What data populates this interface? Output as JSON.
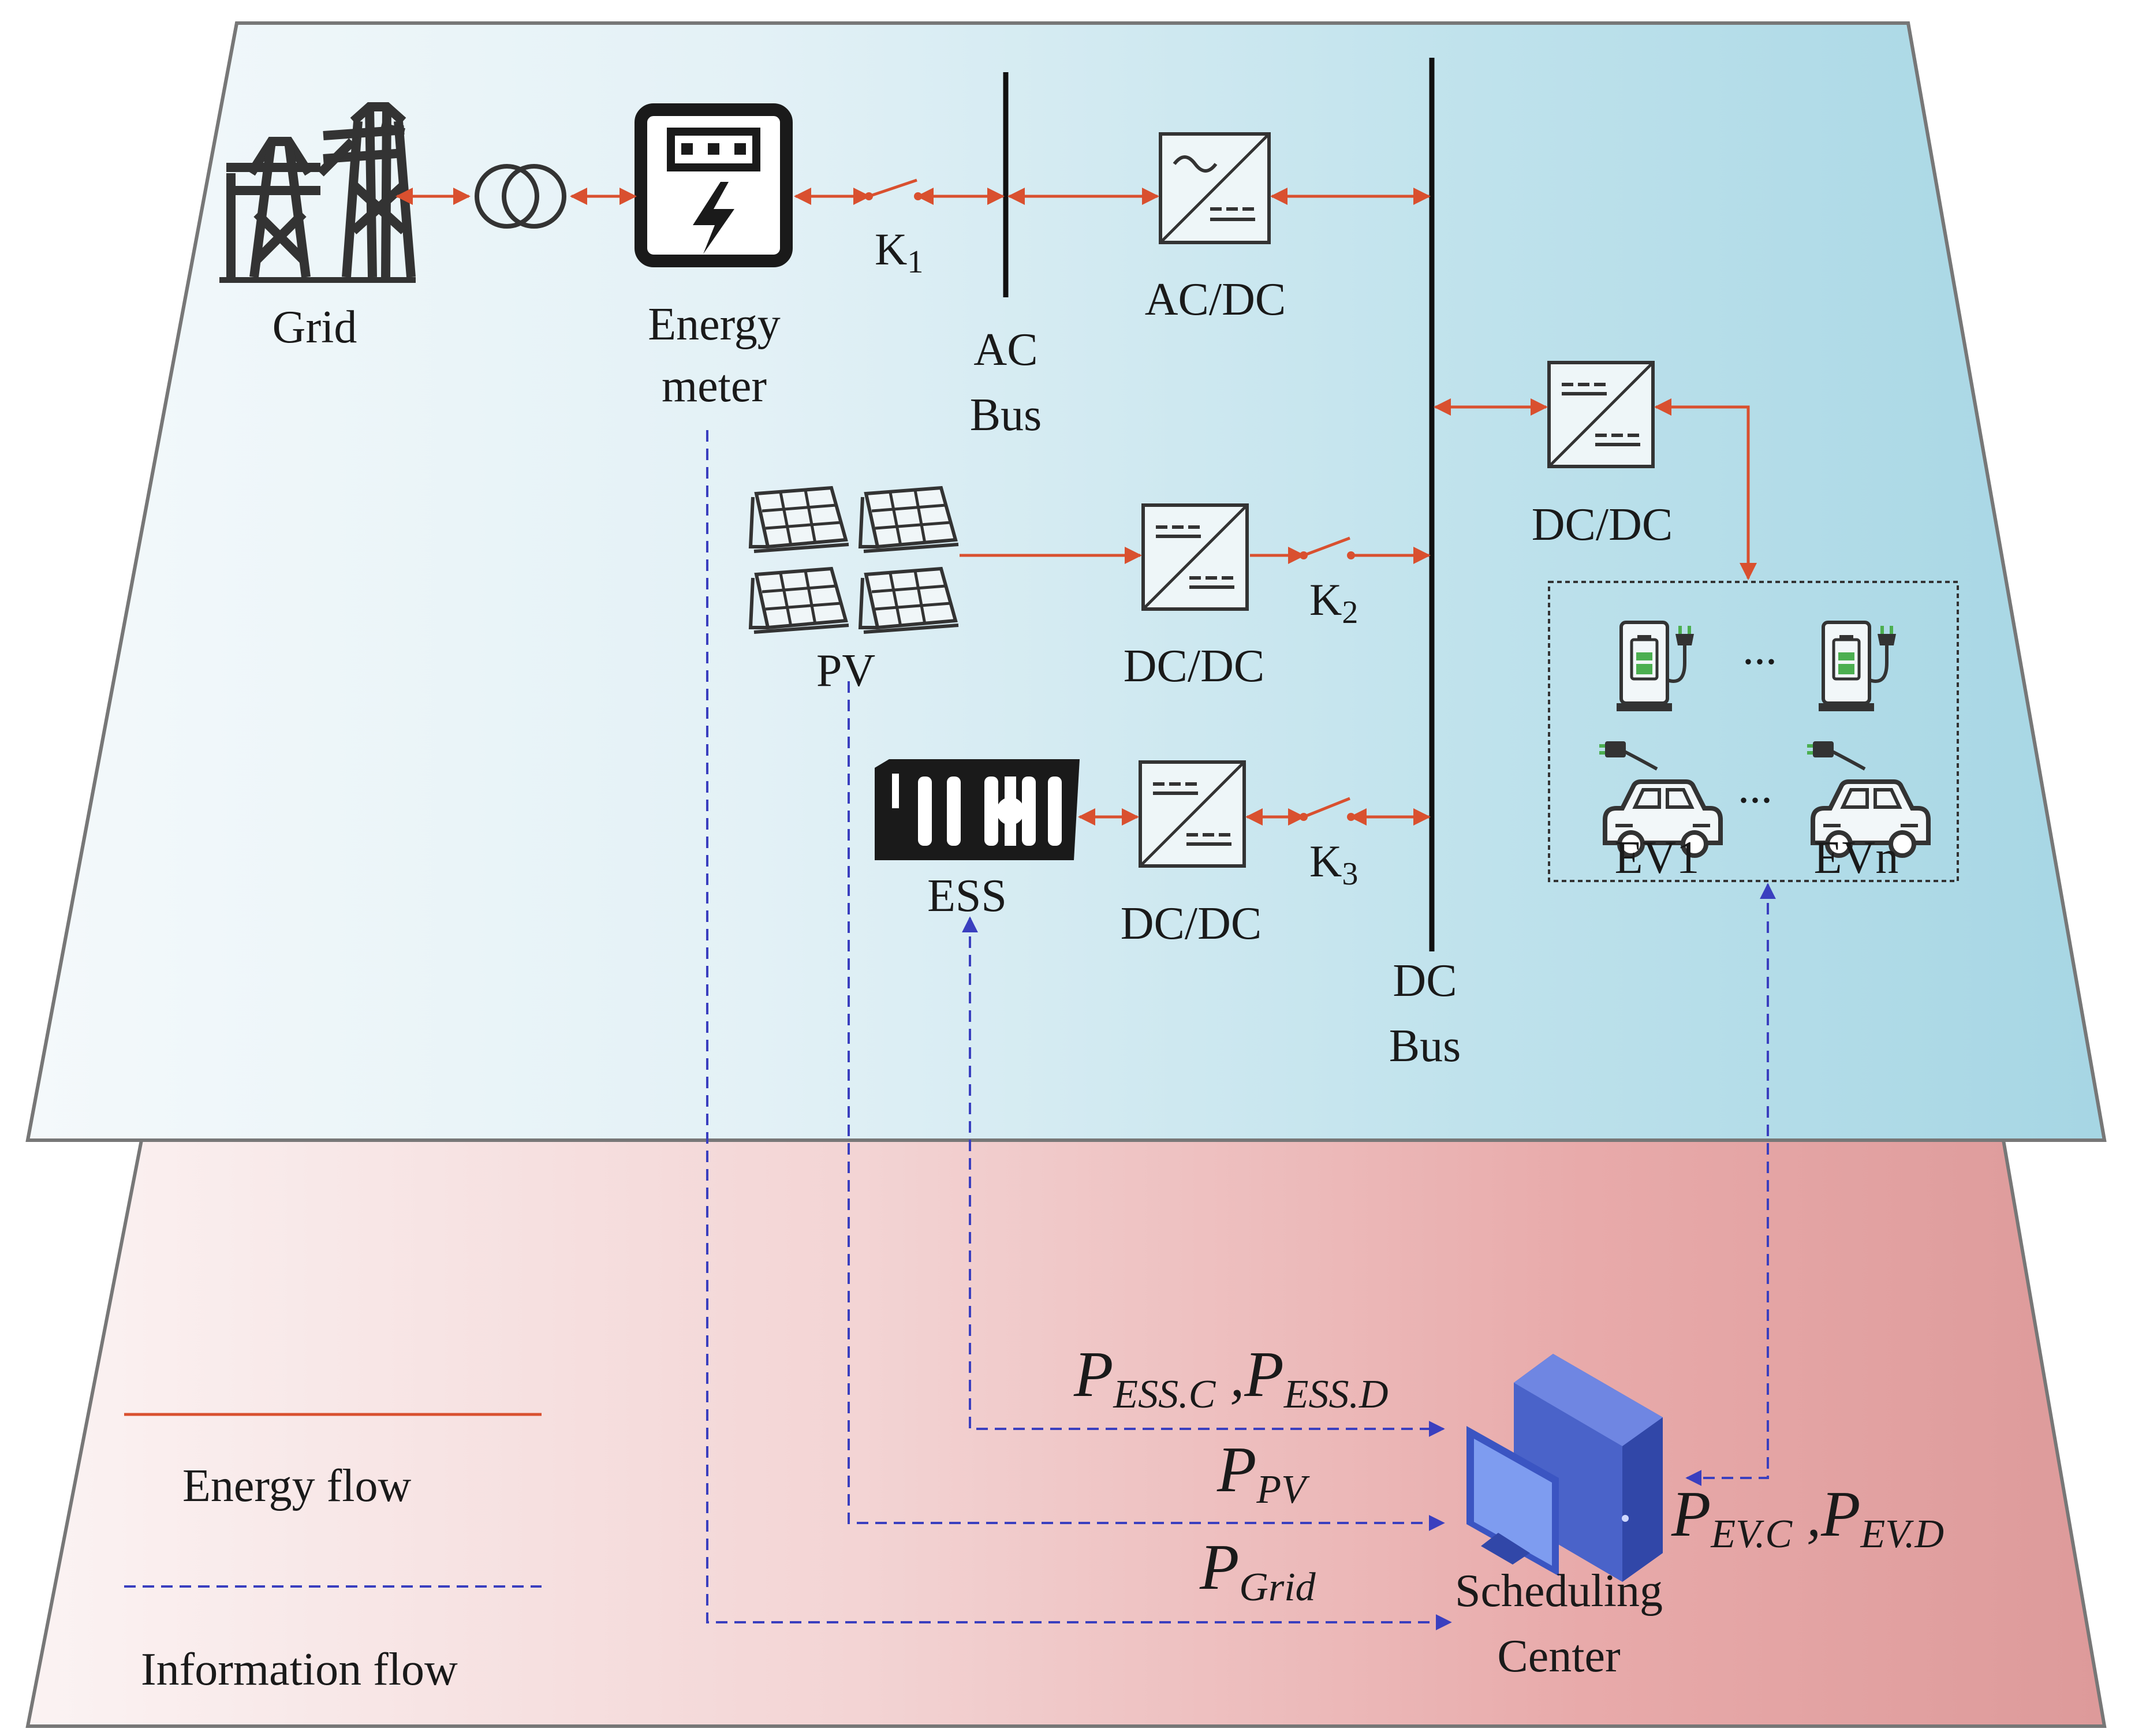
{
  "labels": {
    "grid": "Grid",
    "energy_meter_line1": "Energy",
    "energy_meter_line2": "meter",
    "k1": "K",
    "k1_sub": "1",
    "ac_bus_line1": "AC",
    "ac_bus_line2": "Bus",
    "acdc": "AC/DC",
    "dcdc_ev": "DC/DC",
    "pv": "PV",
    "dcdc_pv": "DC/DC",
    "k2": "K",
    "k2_sub": "2",
    "ess": "ESS",
    "dcdc_ess": "DC/DC",
    "k3": "K",
    "k3_sub": "3",
    "dc_bus_line1": "DC",
    "dc_bus_line2": "Bus",
    "ev1": "EV1",
    "evn": "EVn",
    "ellipsis": "...",
    "scheduling_line1": "Scheduling",
    "scheduling_line2": "Center"
  },
  "signals": {
    "p": "P",
    "ess_c": "ESS.C",
    "sep": " ,",
    "ess_d": "ESS.D",
    "pv": "PV",
    "grid": "Grid",
    "ev_c": "EV.C",
    "sep2": " ,",
    "ev_d": "EV.D"
  },
  "legend": {
    "energy_flow": "Energy flow",
    "information_flow": "Information flow"
  },
  "colors": {
    "energy_flow": "#d9502f",
    "information_flow": "#3a3fbf",
    "physical_layer": "#a9d8e6",
    "information_layer": "#e9a6a6"
  },
  "icons": [
    "transmission-tower-icon",
    "transformer-icon",
    "energy-meter-icon",
    "switch-icon",
    "converter-icon",
    "solar-panel-icon",
    "battery-storage-icon",
    "charging-station-icon",
    "electric-car-icon",
    "computer-icon"
  ]
}
